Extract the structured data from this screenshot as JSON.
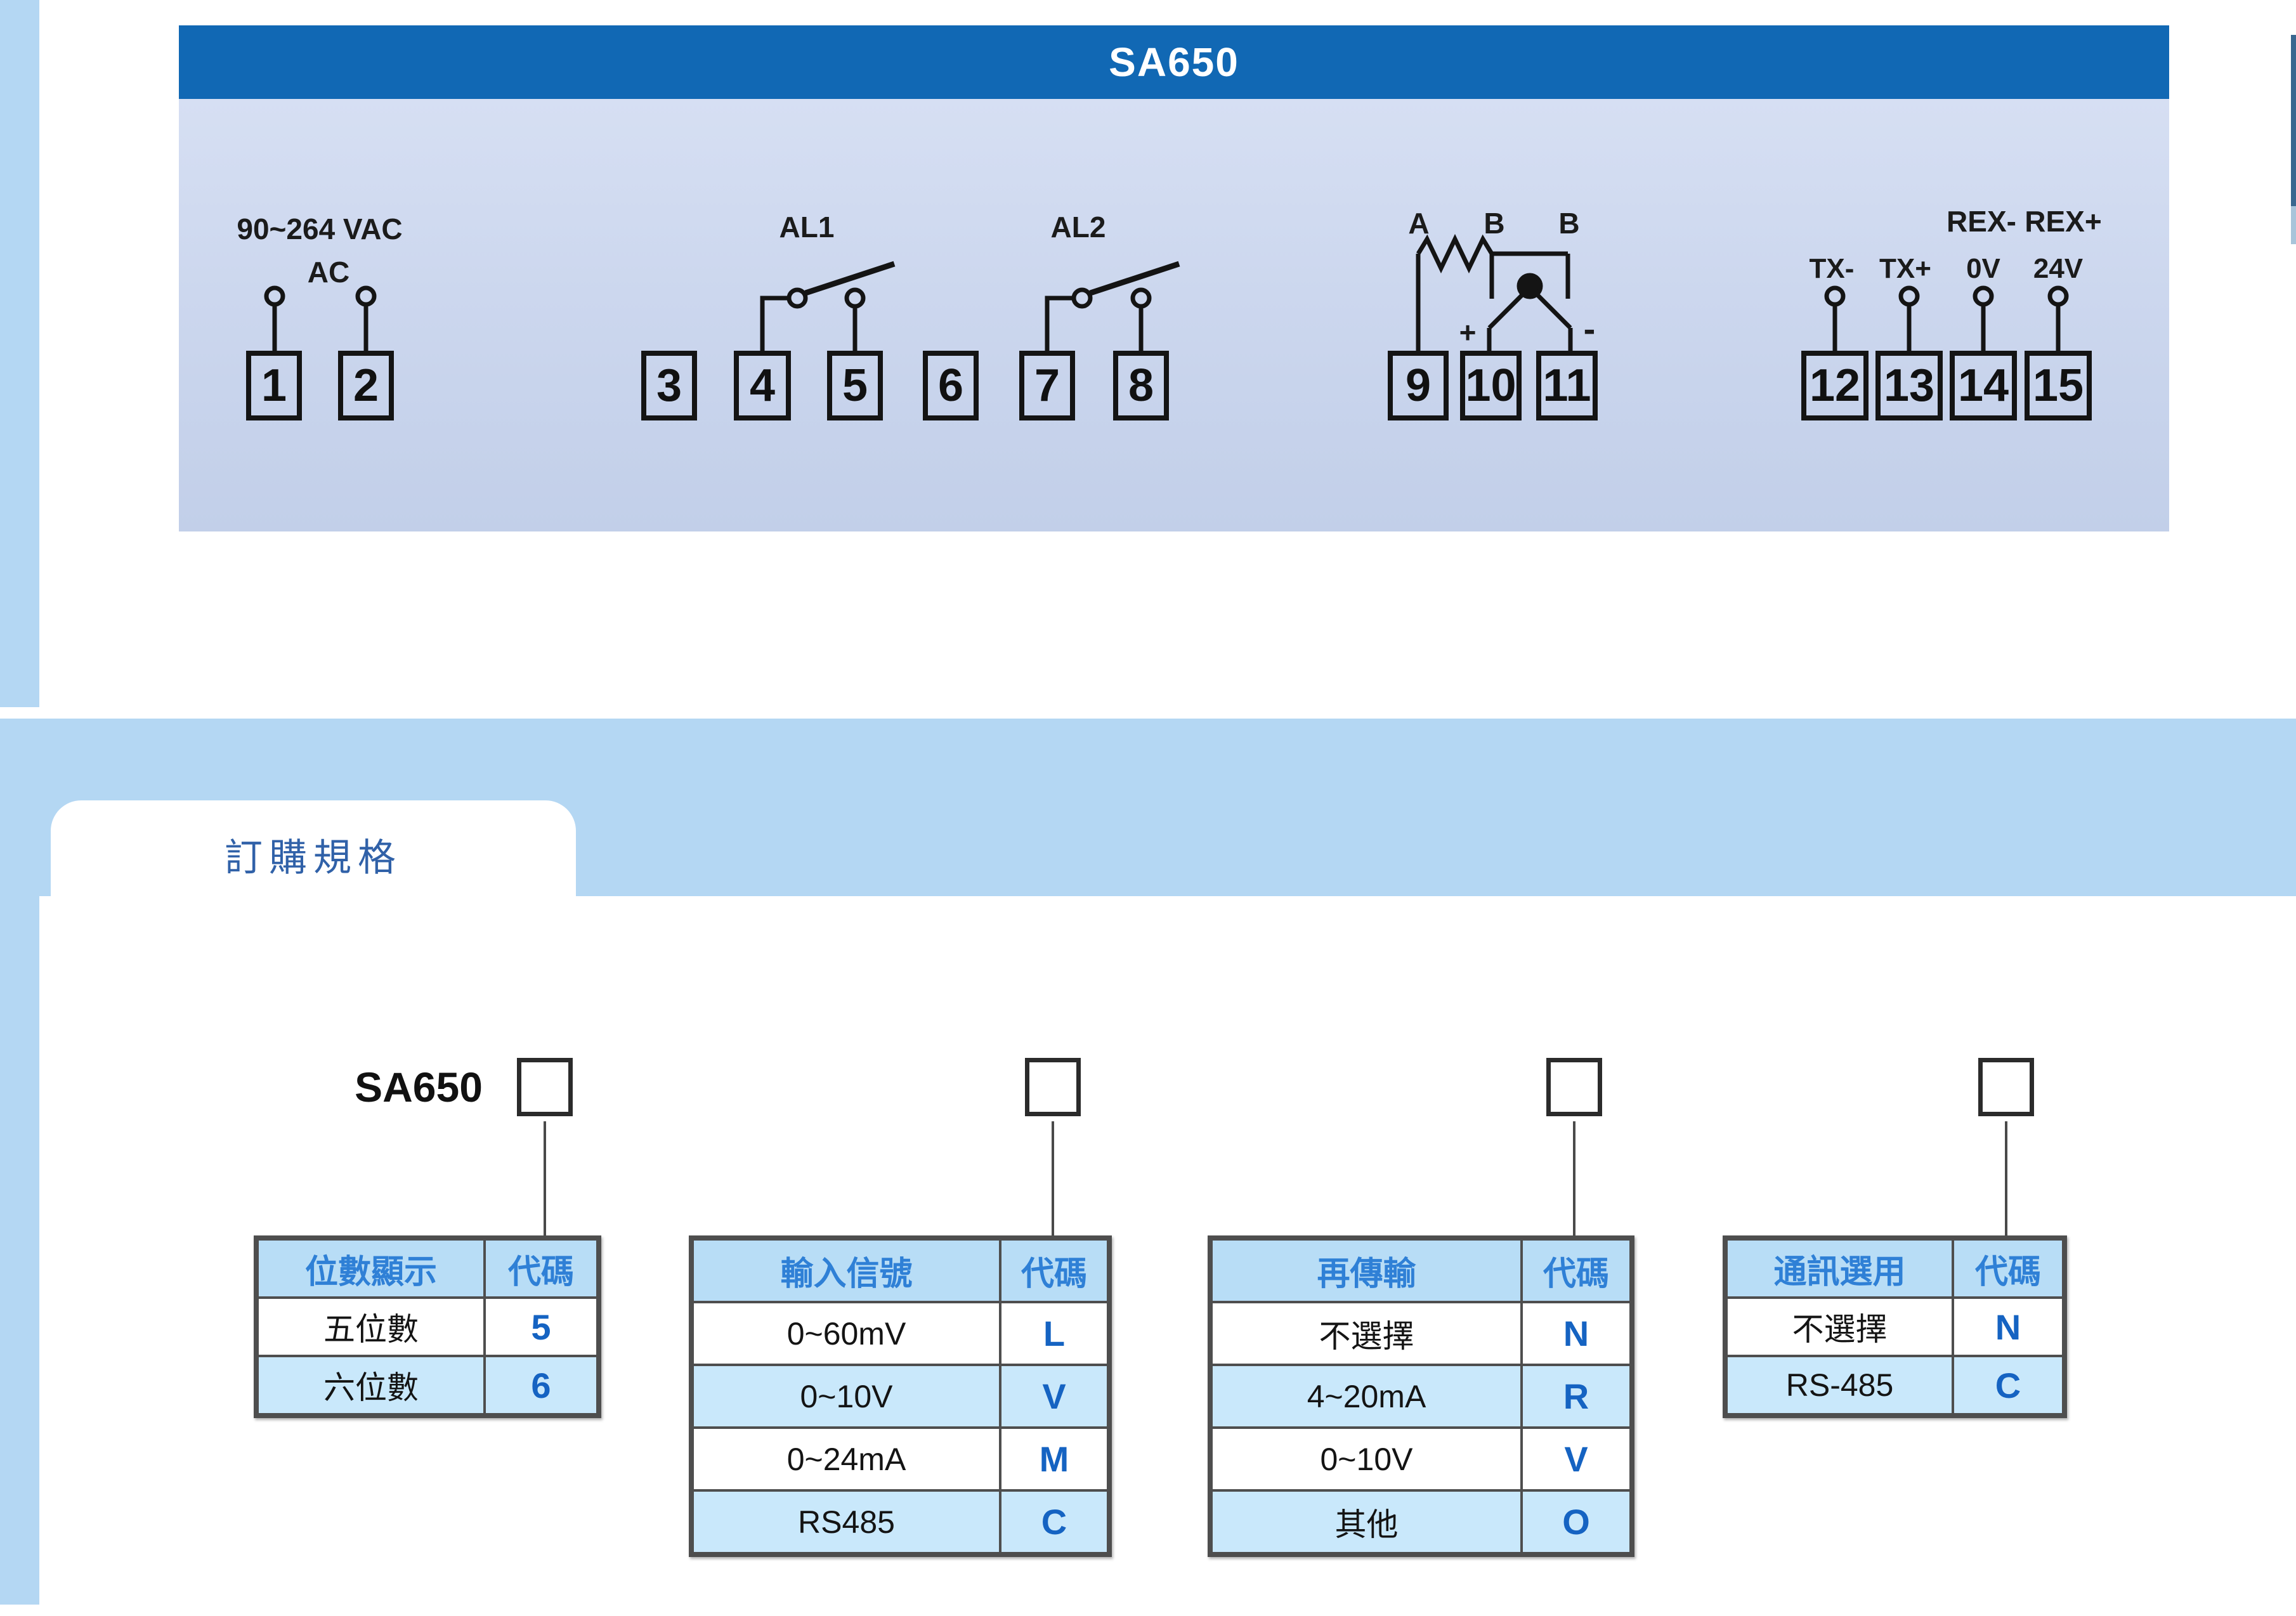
{
  "header": {
    "title": "SA650"
  },
  "colors": {
    "accent_blue": "#1168b4",
    "band_blue": "#b4d7f3",
    "panel_gradient_top": "#d6dff3",
    "panel_gradient_bottom": "#c2cfe9",
    "table_header_bg": "#b8ddf6",
    "table_alt_row_bg": "#c9e8fb",
    "table_header_text": "#2f80d6",
    "code_text": "#1563c2",
    "title_text": "#3061a8"
  },
  "diagram": {
    "power": {
      "label_line1": "90~264 VAC",
      "label_line2": "AC"
    },
    "alarm1": {
      "label": "AL1"
    },
    "alarm2": {
      "label": "AL2"
    },
    "sensor": {
      "label_a": "A",
      "label_b1": "B",
      "label_b2": "B",
      "plus": "+",
      "minus": "-"
    },
    "comm": {
      "rex_minus": "REX-",
      "rex_plus": "REX+",
      "tx_minus": "TX-",
      "tx_plus": "TX+",
      "zero_v": "0V",
      "v24": "24V"
    },
    "terminals": [
      {
        "number": "1"
      },
      {
        "number": "2"
      },
      {
        "number": "3"
      },
      {
        "number": "4"
      },
      {
        "number": "5"
      },
      {
        "number": "6"
      },
      {
        "number": "7"
      },
      {
        "number": "8"
      },
      {
        "number": "9"
      },
      {
        "number": "10"
      },
      {
        "number": "11"
      },
      {
        "number": "12"
      },
      {
        "number": "13"
      },
      {
        "number": "14"
      },
      {
        "number": "15"
      }
    ]
  },
  "ordering": {
    "section_title": "訂購規格",
    "model": "SA650",
    "tables": [
      {
        "headers": [
          "位數顯示",
          "代碼"
        ],
        "rows": [
          {
            "label": "五位數",
            "code": "5"
          },
          {
            "label": "六位數",
            "code": "6"
          }
        ]
      },
      {
        "headers": [
          "輸入信號",
          "代碼"
        ],
        "rows": [
          {
            "label": "0~60mV",
            "code": "L"
          },
          {
            "label": "0~10V",
            "code": "V"
          },
          {
            "label": "0~24mA",
            "code": "M"
          },
          {
            "label": "RS485",
            "code": "C"
          }
        ]
      },
      {
        "headers": [
          "再傳輸",
          "代碼"
        ],
        "rows": [
          {
            "label": "不選擇",
            "code": "N"
          },
          {
            "label": "4~20mA",
            "code": "R"
          },
          {
            "label": "0~10V",
            "code": "V"
          },
          {
            "label": "其他",
            "code": "O"
          }
        ]
      },
      {
        "headers": [
          "通訊選用",
          "代碼"
        ],
        "rows": [
          {
            "label": "不選擇",
            "code": "N"
          },
          {
            "label": "RS-485",
            "code": "C"
          }
        ]
      }
    ]
  }
}
